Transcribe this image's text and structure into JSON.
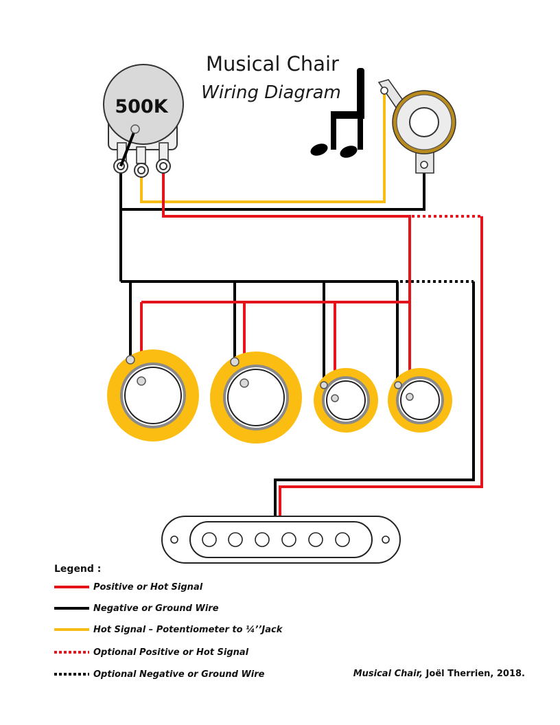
{
  "title": {
    "line1": "Musical Chair",
    "line2": "Wiring Diagram"
  },
  "potentiometer": {
    "label": "500K"
  },
  "icons": {
    "logo": "musical-note-chair-icon",
    "jack": "quarter-inch-jack-icon",
    "pickup": "single-coil-pickup-icon",
    "piezo": "piezo-disc-icon"
  },
  "colors": {
    "positive": "#e5141b",
    "ground": "#000000",
    "hot_pot": "#f8bc17",
    "piezo_outer": "#fbbd12",
    "jack_brass": "#b88b1c"
  },
  "legend": {
    "heading": "Legend :",
    "items": [
      {
        "label": "Positive or Hot Signal",
        "color": "#e5141b",
        "style": "solid"
      },
      {
        "label": "Negative or Ground Wire",
        "color": "#000000",
        "style": "solid"
      },
      {
        "label": "Hot Signal – Potentiometer to ¼’’Jack",
        "color": "#f8bc17",
        "style": "solid"
      },
      {
        "label": "Optional Positive or Hot Signal",
        "color": "#e5141b",
        "style": "dotted"
      },
      {
        "label": "Optional Negative or Ground Wire",
        "color": "#000000",
        "style": "dotted"
      }
    ]
  },
  "credit": {
    "work": "Musical Chair,",
    "author_year": " Joël Therrien, 2018."
  }
}
